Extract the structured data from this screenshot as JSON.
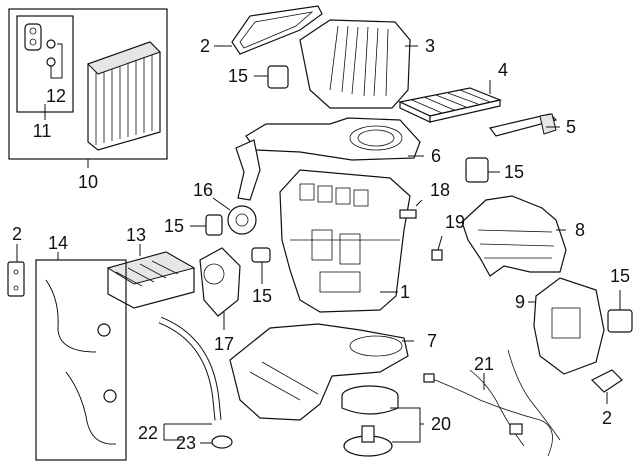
{
  "callouts": {
    "c1": "1",
    "c2a": "2",
    "c2b": "2",
    "c2c": "2",
    "c3": "3",
    "c4": "4",
    "c5": "5",
    "c6": "6",
    "c7": "7",
    "c8": "8",
    "c9": "9",
    "c10": "10",
    "c11": "11",
    "c12": "12",
    "c13": "13",
    "c14": "14",
    "c15a": "15",
    "c15b": "15",
    "c15c": "15",
    "c15d": "15",
    "c15e": "15",
    "c16": "16",
    "c17": "17",
    "c18": "18",
    "c19": "19",
    "c20": "20",
    "c21": "21",
    "c22": "22",
    "c23": "23"
  }
}
